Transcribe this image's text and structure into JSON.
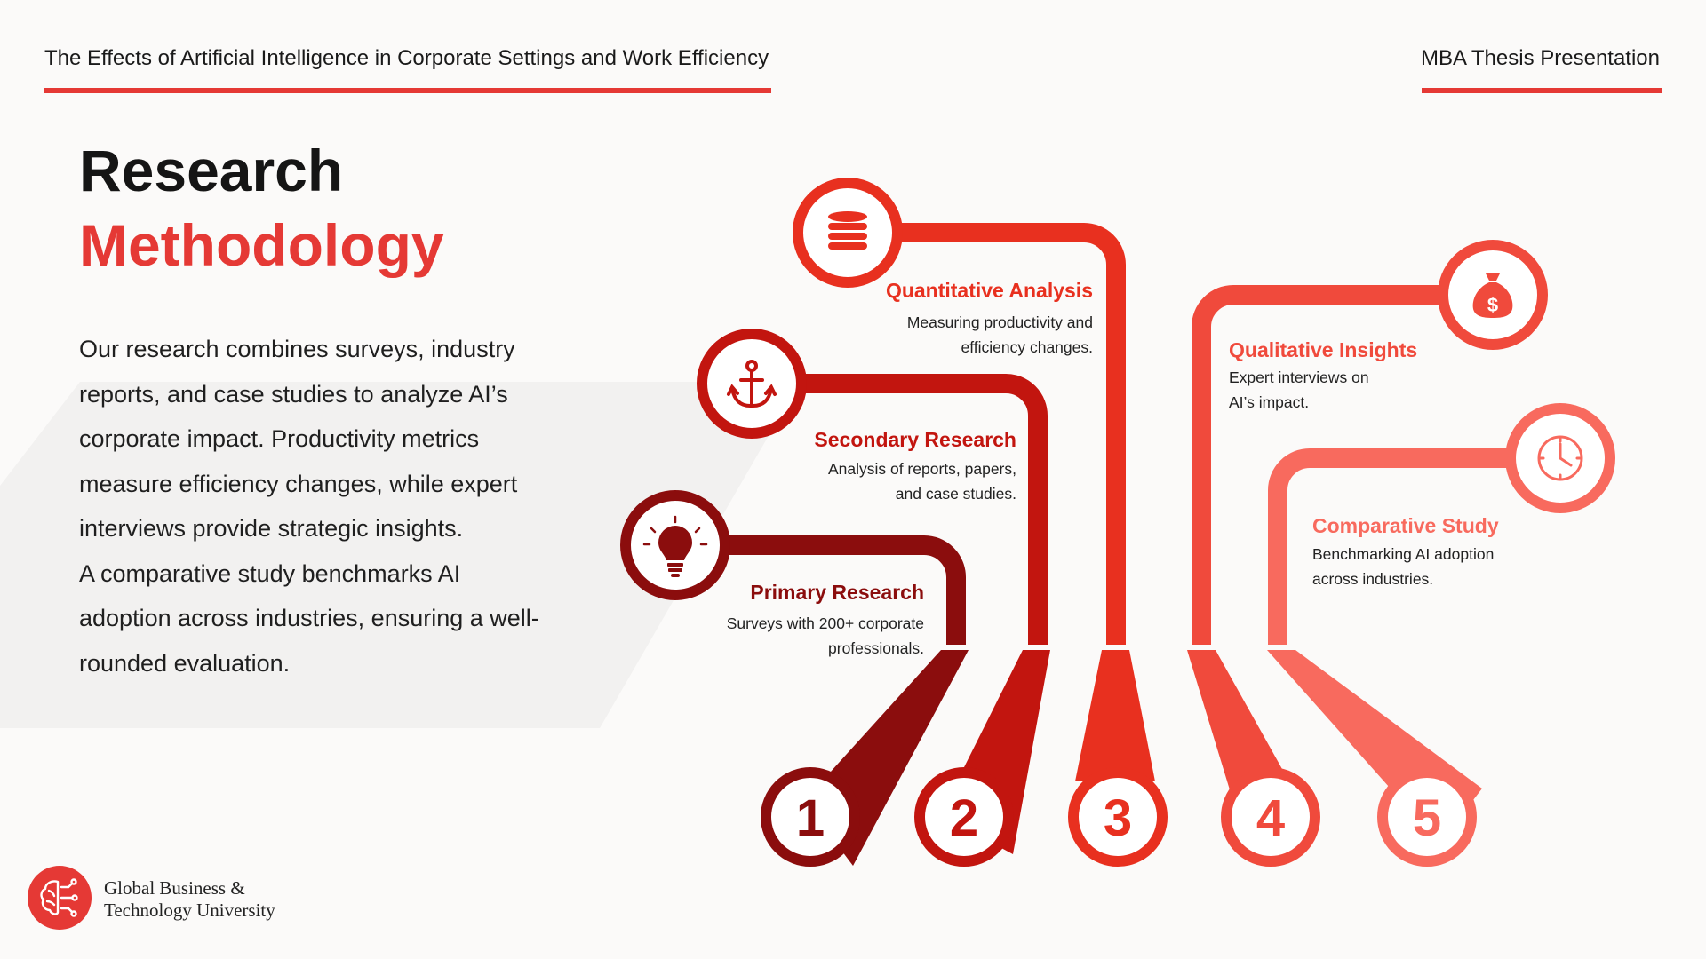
{
  "header": {
    "title": "The Effects of Artificial Intelligence in Corporate Settings and Work Efficiency",
    "tag": "MBA Thesis Presentation"
  },
  "heading": {
    "line1": "Research",
    "line2": "Methodology"
  },
  "body_lines": [
    "Our research combines surveys, industry",
    "reports, and case studies to analyze AI’s",
    "corporate impact. Productivity metrics",
    "measure efficiency changes, while expert",
    "interviews provide strategic insights.",
    "A comparative study benchmarks AI",
    "adoption across industries, ensuring a well-",
    "rounded evaluation."
  ],
  "steps": [
    {
      "number": "1",
      "title": "Primary Research",
      "desc_lines": [
        "Surveys with 200+ corporate",
        "professionals."
      ],
      "icon": "lightbulb-icon",
      "color": "#8b0d0d"
    },
    {
      "number": "2",
      "title": "Secondary Research",
      "desc_lines": [
        "Analysis of reports, papers,",
        "and case studies."
      ],
      "icon": "anchor-icon",
      "color": "#c2150f"
    },
    {
      "number": "3",
      "title": "Quantitative Analysis",
      "desc_lines": [
        "Measuring productivity and",
        "efficiency changes."
      ],
      "icon": "database-icon",
      "color": "#e8301f"
    },
    {
      "number": "4",
      "title": "Qualitative Insights",
      "desc_lines": [
        "Expert interviews on",
        "AI’s impact."
      ],
      "icon": "money-bag-icon",
      "color": "#f04a3c"
    },
    {
      "number": "5",
      "title": "Comparative Study",
      "desc_lines": [
        "Benchmarking AI adoption",
        "across industries."
      ],
      "icon": "clock-icon",
      "color": "#f86a5e"
    }
  ],
  "footer": {
    "uni_line1": "Global Business &",
    "uni_line2": "Technology University"
  },
  "colors": {
    "accent": "#e53935",
    "text": "#1a1a1a"
  }
}
